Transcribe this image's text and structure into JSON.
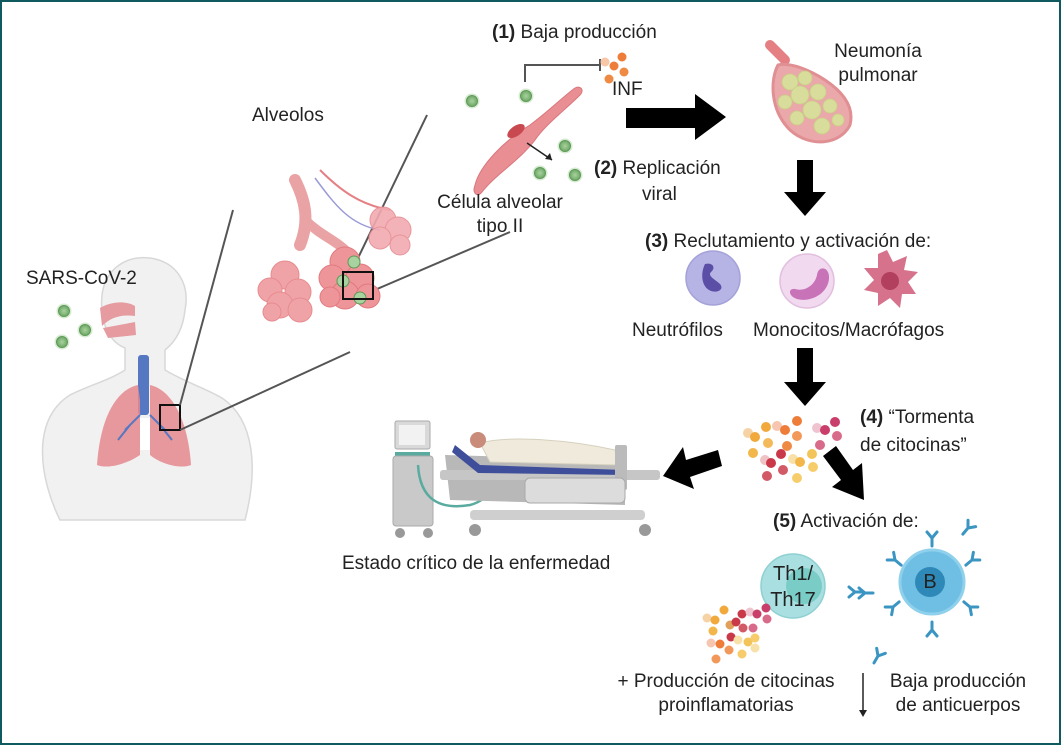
{
  "labels": {
    "alveolos": "Alveolos",
    "sars": "SARS-CoV-2",
    "step1_num": "(1)",
    "step1_text": "Baja producción",
    "inf": "INF",
    "step2_num": "(2)",
    "step2_line1": "Replicación",
    "step2_line2": "viral",
    "cell_line1": "Célula alveolar",
    "cell_line2": "tipo II",
    "neumonia_line1": "Neumonía",
    "neumonia_line2": "pulmonar",
    "step3_num": "(3)",
    "step3_text": "Reclutamiento y activación de:",
    "neutrofilos": "Neutrófilos",
    "monocitos": "Monocitos/Macrófagos",
    "step4_num": "(4)",
    "step4_line1": "“Tormenta",
    "step4_line2": "de citocinas”",
    "step5_num": "(5)",
    "step5_text": "Activación de:",
    "th_line1": "Th1/",
    "th_line2": "Th17",
    "b_cell": "B",
    "estado": "Estado crítico de la enfermedad",
    "prod_line1": "+ Producción de citocinas",
    "prod_line2": "proinflamatorias",
    "baja_line1": "Baja producción",
    "baja_line2": "de anticuerpos"
  },
  "colors": {
    "frame": "#0f5a5e",
    "virus": "#8fc28a",
    "lung": "#e8868a",
    "trachea": "#5677c2",
    "arrow": "#000000",
    "inf": "#ef7d3a",
    "th_cell": "#a9dfe0",
    "b_cell": "#5bb5db",
    "neutrophil": "#b5b4e3",
    "monocyte": "#eed3ec",
    "macrophage": "#d86a8a"
  }
}
